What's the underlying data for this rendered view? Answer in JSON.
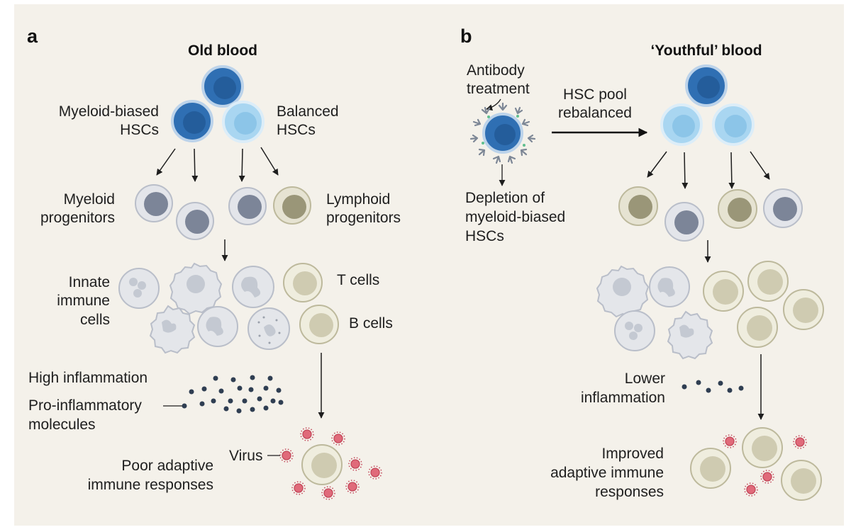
{
  "panel_a": {
    "letter": "a",
    "title": "Old blood",
    "myeloid_hsc_label": [
      "Myeloid-biased",
      "HSCs"
    ],
    "balanced_hsc_label": [
      "Balanced",
      "HSCs"
    ],
    "myeloid_prog_label": [
      "Myeloid",
      "progenitors"
    ],
    "lymphoid_prog_label": [
      "Lymphoid",
      "progenitors"
    ],
    "innate_label": [
      "Innate",
      "immune",
      "cells"
    ],
    "tcells_label": "T cells",
    "bcells_label": "B cells",
    "high_inflammation": "High inflammation",
    "pro_inflammatory": [
      "Pro-inflammatory",
      "molecules"
    ],
    "virus_label": "Virus",
    "poor_adaptive": [
      "Poor adaptive",
      "immune responses"
    ]
  },
  "panel_b": {
    "letter": "b",
    "title": "‘Youthful’ blood",
    "antibody_label": [
      "Antibody",
      "treatment"
    ],
    "rebalanced_label": [
      "HSC pool",
      "rebalanced"
    ],
    "depletion_label": [
      "Depletion of",
      "myeloid-biased",
      "HSCs"
    ],
    "lower_inflammation": [
      "Lower",
      "inflammation"
    ],
    "improved_adaptive": [
      "Improved",
      "adaptive immune",
      "responses"
    ]
  },
  "colors": {
    "panel_bg": "#f4f1ea",
    "myeloid_hsc": "#2f6fb3",
    "balanced_hsc": "#a9d6f1",
    "myeloid_progenitor": "#7c8598",
    "lymphoid_progenitor": "#9a9678",
    "innate_cell": "#d9dce2",
    "lymphocyte": "#cfcbb1",
    "virus": "#e06a7a",
    "molecule": "#2f3e52"
  }
}
